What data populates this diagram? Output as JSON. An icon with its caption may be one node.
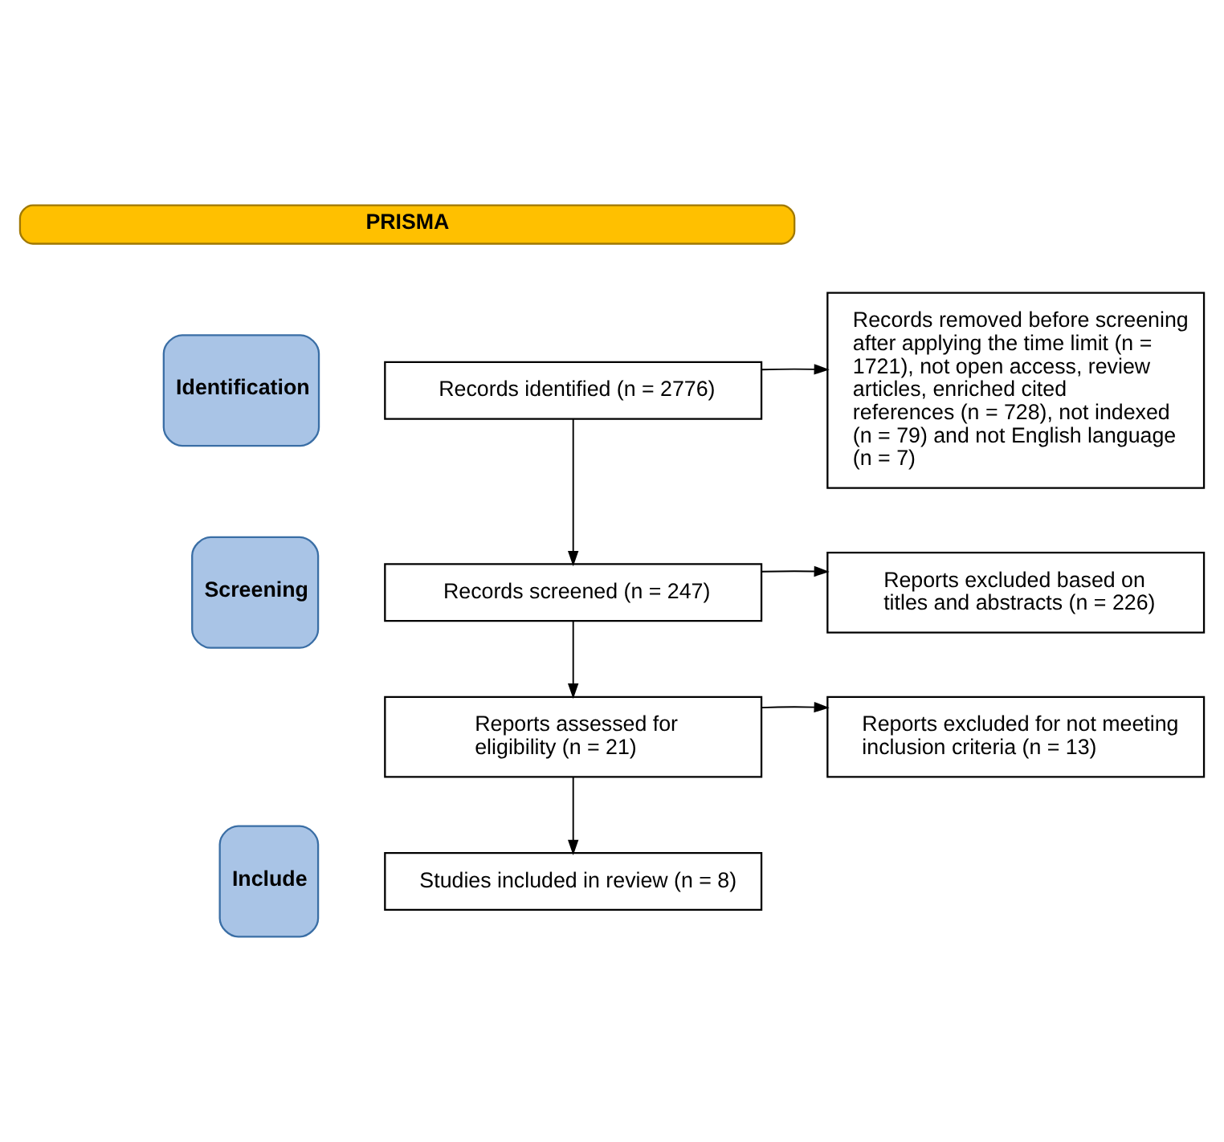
{
  "diagram": {
    "nodes": [
      {
        "text": [
          "PRISMA"
        ]
      },
      {
        "text": [
          "Identification"
        ]
      },
      {
        "text": [
          "Records identified (n = 2776)"
        ]
      },
      {
        "text": [
          "Records removed before screening after applying the time limit (n = 1721), not open access, review articles, enriched cited references (n = 728), not indexed (n = 79) and not English language (n = 7)"
        ]
      },
      {
        "text": [
          "Screening"
        ]
      },
      {
        "text": [
          "Records screened (n = 247)"
        ]
      },
      {
        "text": [
          "Reports excluded based on titles and abstracts (n = 226)"
        ]
      },
      {
        "text": [
          "Reports assessed for eligibility (n = 21)"
        ]
      },
      {
        "text": [
          "Reports excluded for not meeting inclusion criteria (n = 13)"
        ]
      },
      {
        "text": [
          "Include"
        ]
      },
      {
        "text": [
          "Studies included in review (n = 8)"
        ]
      }
    ],
    "edges": [
      {
        "from": 2,
        "to": 3,
        "arrow": "to"
      },
      {
        "from": 2,
        "to": 5,
        "arrow": "to"
      },
      {
        "from": 5,
        "to": 6,
        "arrow": "to"
      },
      {
        "from": 5,
        "to": 7,
        "arrow": "to"
      },
      {
        "from": 7,
        "to": 8,
        "arrow": "to"
      },
      {
        "from": 7,
        "to": 10,
        "arrow": "to"
      }
    ]
  }
}
